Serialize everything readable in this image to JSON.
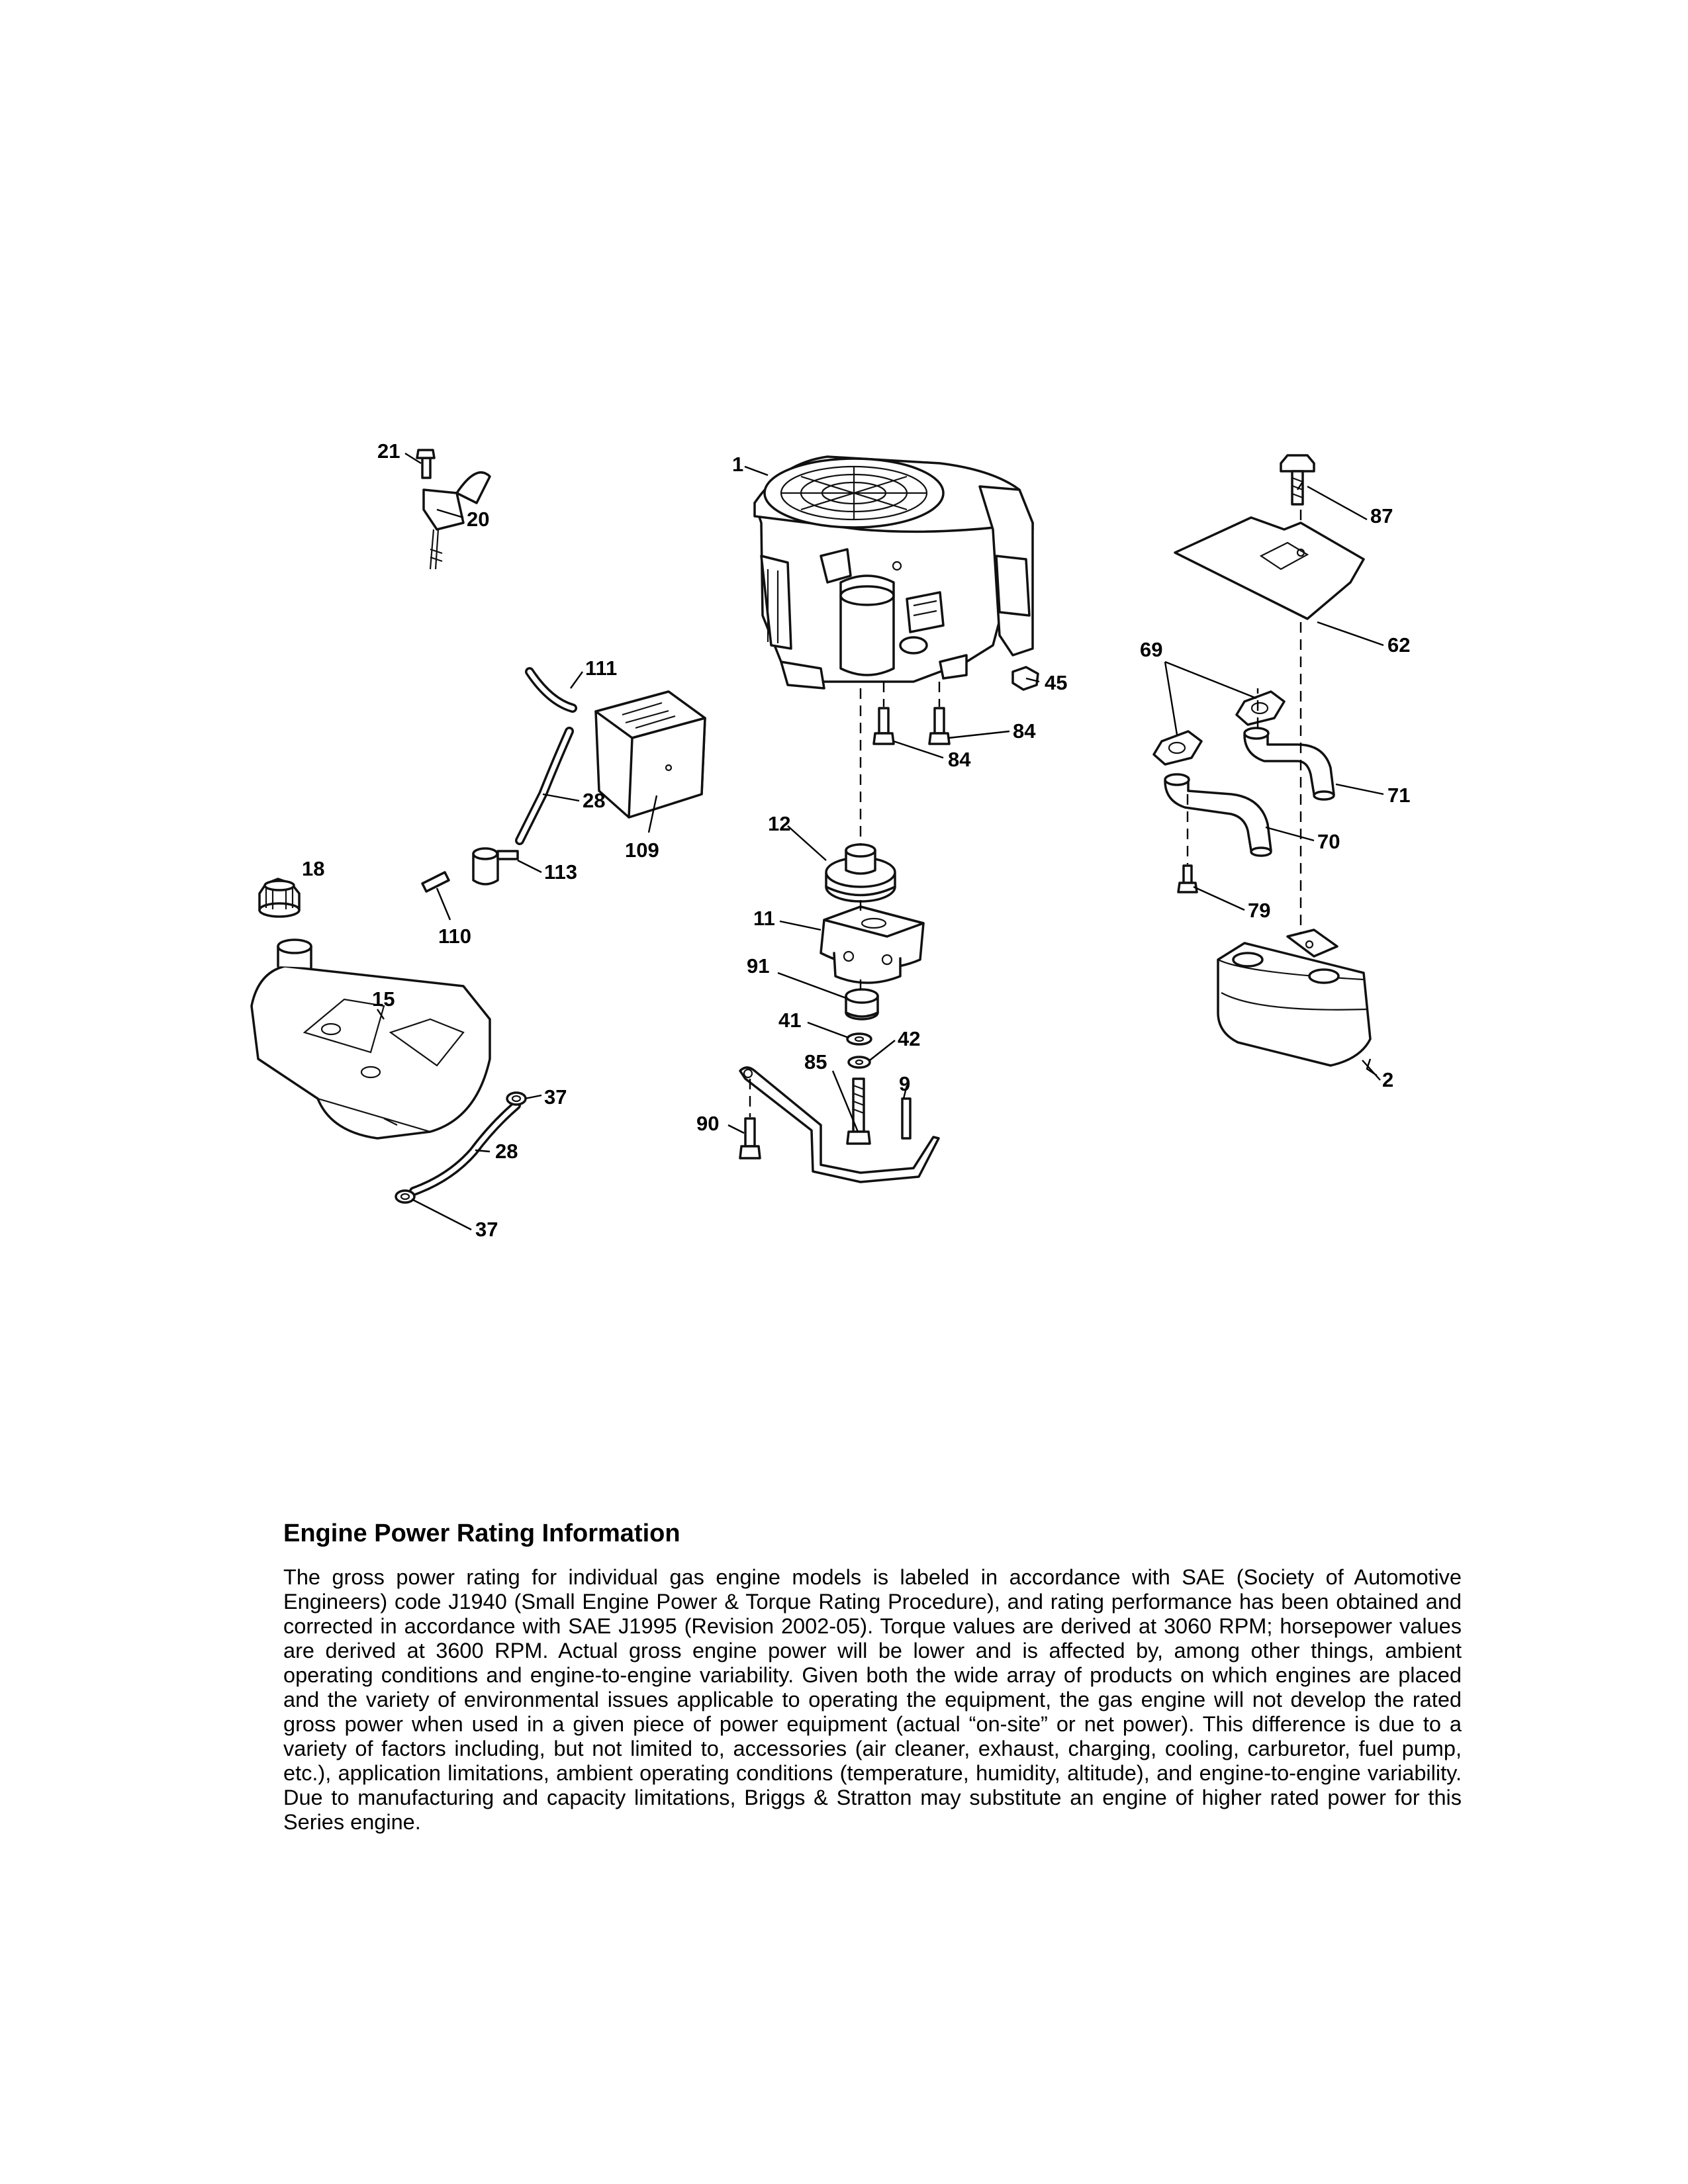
{
  "callouts": [
    {
      "id": "c1",
      "label": "1"
    },
    {
      "id": "c2",
      "label": "2"
    },
    {
      "id": "c9",
      "label": "9"
    },
    {
      "id": "c11",
      "label": "11"
    },
    {
      "id": "c12",
      "label": "12"
    },
    {
      "id": "c15",
      "label": "15"
    },
    {
      "id": "c18",
      "label": "18"
    },
    {
      "id": "c20",
      "label": "20"
    },
    {
      "id": "c21",
      "label": "21"
    },
    {
      "id": "c28a",
      "label": "28"
    },
    {
      "id": "c28b",
      "label": "28"
    },
    {
      "id": "c37a",
      "label": "37"
    },
    {
      "id": "c37b",
      "label": "37"
    },
    {
      "id": "c41",
      "label": "41"
    },
    {
      "id": "c42",
      "label": "42"
    },
    {
      "id": "c45",
      "label": "45"
    },
    {
      "id": "c62",
      "label": "62"
    },
    {
      "id": "c69",
      "label": "69"
    },
    {
      "id": "c70",
      "label": "70"
    },
    {
      "id": "c71",
      "label": "71"
    },
    {
      "id": "c79",
      "label": "79"
    },
    {
      "id": "c84a",
      "label": "84"
    },
    {
      "id": "c84b",
      "label": "84"
    },
    {
      "id": "c85",
      "label": "85"
    },
    {
      "id": "c87",
      "label": "87"
    },
    {
      "id": "c90",
      "label": "90"
    },
    {
      "id": "c91",
      "label": "91"
    },
    {
      "id": "c109",
      "label": "109"
    },
    {
      "id": "c110",
      "label": "110"
    },
    {
      "id": "c111",
      "label": "111"
    },
    {
      "id": "c113",
      "label": "113"
    }
  ],
  "info": {
    "heading": "Engine Power Rating Information",
    "body": "The gross power rating for individual gas engine models is labeled in accordance with SAE (Society of Automotive Engineers) code J1940 (Small Engine Power & Torque Rating Procedure), and rating performance has been obtained and corrected in accordance with SAE J1995 (Revision 2002-05). Torque values are derived at 3060 RPM; horsepower values are derived at 3600 RPM. Actual gross engine power will be lower and is affected by, among other things, ambient operating conditions and engine-to-engine variability. Given both the wide array of products on which engines are placed and the variety of environmental issues applicable to operating the equipment, the gas engine will not develop the rated gross power when used in a given piece of power equipment (actual “on-site” or net power). This difference is due to a variety of factors including, but not limited to, accessories (air cleaner, exhaust, charging, cooling, carburetor, fuel pump, etc.), application limitations, ambient operating conditions (temperature, humidity, altitude), and engine-to-engine variability. Due to manufacturing and capacity limitations, Briggs & Stratton may substitute an engine of higher rated power for this Series engine."
  }
}
